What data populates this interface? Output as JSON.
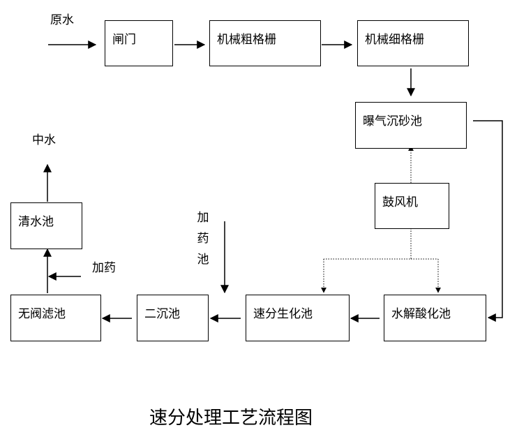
{
  "labels": {
    "raw_water": "原水",
    "gate": "闸门",
    "coarse_grid": "机械粗格栅",
    "fine_grid": "机械细格栅",
    "grit_chamber": "曝气沉砂池",
    "blower": "鼓风机",
    "hydrolysis": "水解酸化池",
    "bio_tank": "速分生化池",
    "secondary_clarifier": "二沉池",
    "valveless_filter": "无阀滤池",
    "clear_water_tank": "清水池",
    "reclaimed_water": "中水",
    "dosing_filter": "加药",
    "dosing_vertical": "加药池"
  },
  "title": "速分处理工艺流程图"
}
